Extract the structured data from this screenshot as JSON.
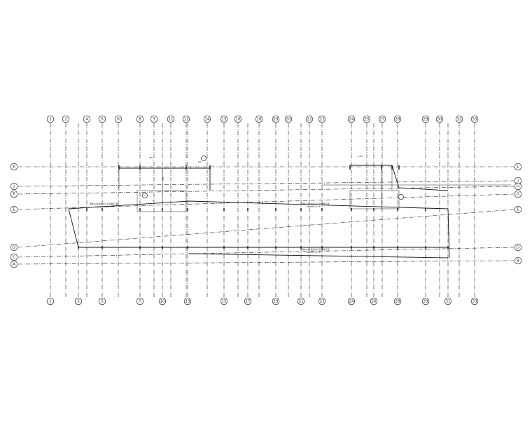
{
  "top_axes": [
    "1",
    "2",
    "4",
    "5",
    "6",
    "8",
    "9",
    "11",
    "12",
    "14",
    "15",
    "16",
    "18",
    "19",
    "20",
    "22",
    "23",
    "24",
    "25",
    "27",
    "28",
    "29",
    "30",
    "32",
    "33"
  ],
  "bottom_axes": [
    "1",
    "3",
    "5",
    "7",
    "10",
    "13",
    "15",
    "17",
    "19",
    "21",
    "23",
    "24",
    "26",
    "28",
    "29",
    "31",
    "33"
  ],
  "left_axes": [
    "K",
    "J",
    "F",
    "E",
    "D",
    "C",
    "A"
  ],
  "right_axes": [
    "L",
    "J",
    "H",
    "G",
    "E",
    "D",
    "B"
  ],
  "annotations": {
    "callout_mark": "A",
    "room_mark_left": "B",
    "room_mark_right": "A",
    "label_top_left": "980",
    "label_top_right": "1050",
    "dim_small_1": "200",
    "dim_small_2": "5160",
    "dim_small_3": "800",
    "note_upper": "砌体(LL)板 板底标高 见结构施工图",
    "note_upper_sub": "KZ(ADE) L=1.5",
    "note_lower": "砌体(LL)板 板底标高 见结构施工图",
    "note_lower_sub": "KZ(ADE) L=1.5",
    "note_bottom": "砌体(LL)板 板底标高 见结构施工图",
    "note_bottom_sub": "KZ(ADE) L=1.5"
  }
}
